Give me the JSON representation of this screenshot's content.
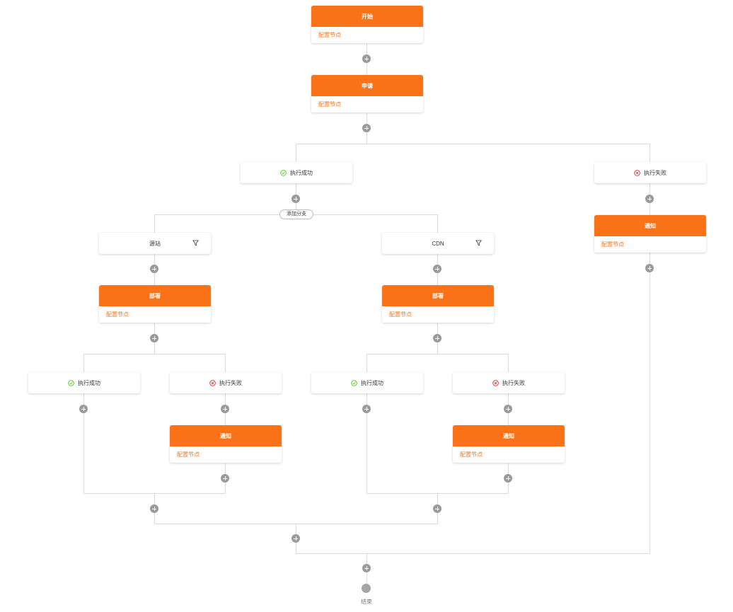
{
  "nodes": {
    "start": {
      "title": "开始",
      "subtitle": "配置节点"
    },
    "apply": {
      "title": "申请",
      "subtitle": "配置节点"
    },
    "notify_main": {
      "title": "通知",
      "subtitle": "配置节点"
    },
    "deploy_origin": {
      "title": "部署",
      "subtitle": "配置节点"
    },
    "deploy_cdn": {
      "title": "部署",
      "subtitle": "配置节点"
    },
    "notify_origin": {
      "title": "通知",
      "subtitle": "配置节点"
    },
    "notify_cdn": {
      "title": "通知",
      "subtitle": "配置节点"
    }
  },
  "conditions": {
    "main_success": "执行成功",
    "main_fail": "执行失败",
    "origin_success": "执行成功",
    "origin_fail": "执行失败",
    "cdn_success": "执行成功",
    "cdn_fail": "执行失败"
  },
  "branches": {
    "origin": "源站",
    "cdn": "CDN"
  },
  "add_branch_label": "添加分支",
  "end_label": "结束",
  "colors": {
    "accent": "#fa7319",
    "success": "#52c41a",
    "fail": "#f5222d",
    "line": "#d9d9d9",
    "plus": "#9a9a9a"
  }
}
